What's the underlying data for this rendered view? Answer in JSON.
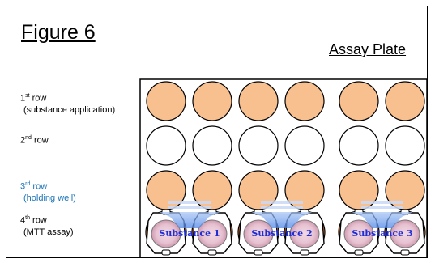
{
  "figure_title": "Figure 6",
  "plate_title": "Assay Plate",
  "rows": [
    {
      "num": "1",
      "suffix": "st",
      "word": "row",
      "sub": "(substance application)"
    },
    {
      "num": "2",
      "suffix": "nd",
      "word": "row",
      "sub": ""
    },
    {
      "num": "3",
      "suffix": "rd",
      "word": "row",
      "sub": "(holding well)"
    },
    {
      "num": "4",
      "suffix": "th",
      "word": "row",
      "sub": "(MTT assay)"
    }
  ],
  "substances": [
    "Substance 1",
    "Substance 2",
    "Substance 3"
  ],
  "colors": {
    "peach": "#f9c08f",
    "blue_label": "#1a73b8",
    "arrow": "#6fa3ee",
    "substance_text": "#1f2dd4"
  }
}
